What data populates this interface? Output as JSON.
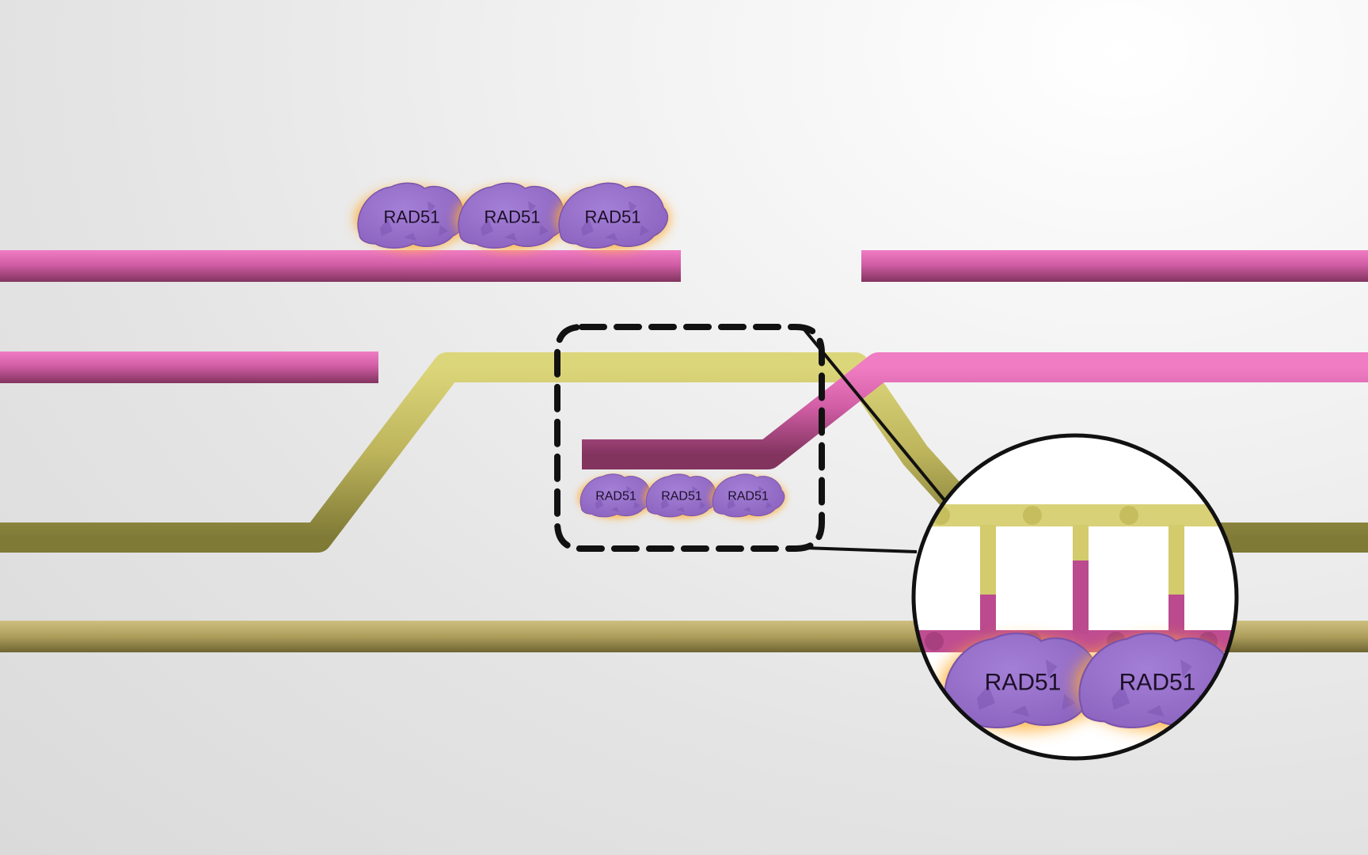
{
  "protein_label": "RAD51",
  "colors": {
    "invading_strand": "#e069b1",
    "template_strand": "#c9c16a",
    "complementary_strand": "#bdae6e",
    "rad51": "#9a72cc",
    "rad51_glow": "#ffb338",
    "callout_outline": "#111111"
  },
  "groups": [
    {
      "id": "top-filament",
      "count": 3
    },
    {
      "id": "dloop-filament",
      "count": 3
    },
    {
      "id": "zoom-filament",
      "count": 2
    }
  ]
}
